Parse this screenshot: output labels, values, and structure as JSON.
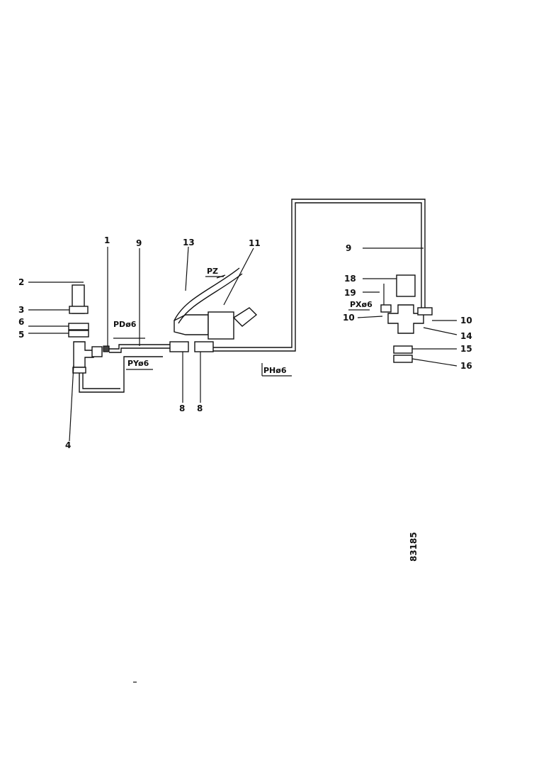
{
  "labels": {
    "l1": "1",
    "l2": "2",
    "l3": "3",
    "l4": "4",
    "l5": "5",
    "l6": "6",
    "l8a": "8",
    "l8b": "8",
    "l9a": "9",
    "l9b": "9",
    "l10a": "10",
    "l10b": "10",
    "l11": "11",
    "l13": "13",
    "l14": "14",
    "l15": "15",
    "l16": "16",
    "l18": "18",
    "l19": "19"
  },
  "pipe_codes": {
    "pd": "PDø6",
    "py": "PYø6",
    "ph": "PHø6",
    "pz": "PZ",
    "px": "PXø6"
  },
  "figure_number": "83185"
}
